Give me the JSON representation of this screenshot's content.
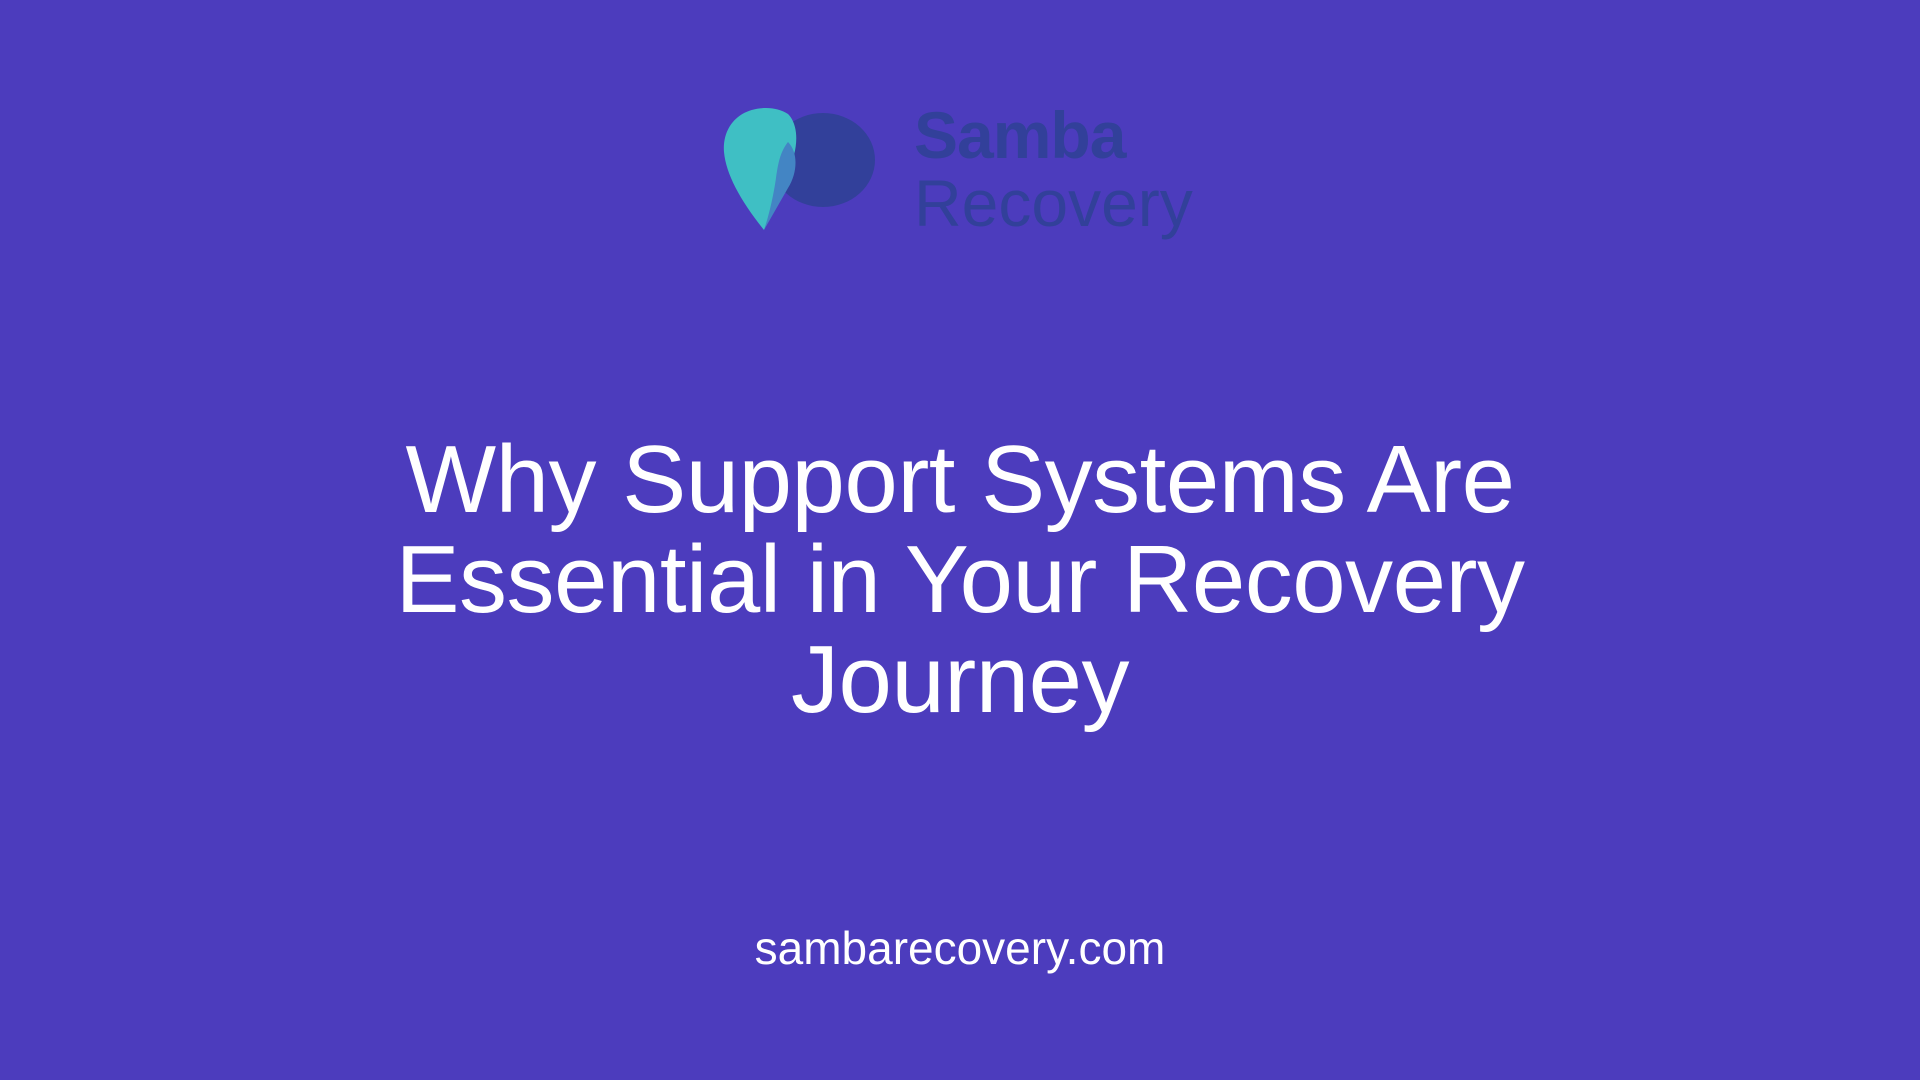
{
  "brand": {
    "name_line1": "Samba",
    "name_line2": "Recovery",
    "logo_icon": "leaf-heart-icon",
    "colors": {
      "background": "#4c3cbd",
      "logo_teal": "#3fbfc4",
      "logo_mid_blue": "#4385c4",
      "logo_dark_blue": "#32409a",
      "text_white": "#ffffff"
    }
  },
  "main": {
    "headline": "Why Support Systems Are Essential in Your Recovery Journey"
  },
  "footer": {
    "url": "sambarecovery.com"
  }
}
